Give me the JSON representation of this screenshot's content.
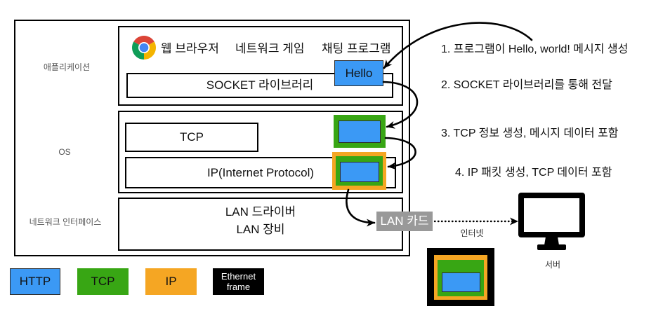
{
  "colors": {
    "http": "#3b99f5",
    "tcp": "#38a614",
    "ip": "#f5a623",
    "ethernet_frame": "#000000",
    "lan_card": "#999999"
  },
  "layers": {
    "application": {
      "label": "애플리케이션",
      "icon": "chrome-icon",
      "programs": [
        "웹 브라우저",
        "네트워크 게임",
        "채팅 프로그램"
      ],
      "socket_library": "SOCKET 라이브러리",
      "message": "Hello"
    },
    "os": {
      "label": "OS",
      "tcp": "TCP",
      "ip": "IP(Internet Protocol)"
    },
    "network_interface": {
      "label": "네트워크 인터페이스",
      "lines": [
        "LAN 드라이버",
        "LAN 장비"
      ]
    }
  },
  "lan_card": "LAN 카드",
  "internet": "인터넷",
  "server": {
    "label": "서버",
    "icon": "monitor-icon"
  },
  "steps": [
    "1. 프로그램이 Hello, world! 메시지 생성",
    "2. SOCKET 라이브러리를 통해 전달",
    "3. TCP 정보 생성, 메시지 데이터 포함",
    "4. IP 패킷 생성, TCP 데이터 포함"
  ],
  "legend": [
    {
      "label": "HTTP"
    },
    {
      "label": "TCP"
    },
    {
      "label": "IP"
    },
    {
      "lines": [
        "Ethernet",
        "frame"
      ]
    }
  ]
}
